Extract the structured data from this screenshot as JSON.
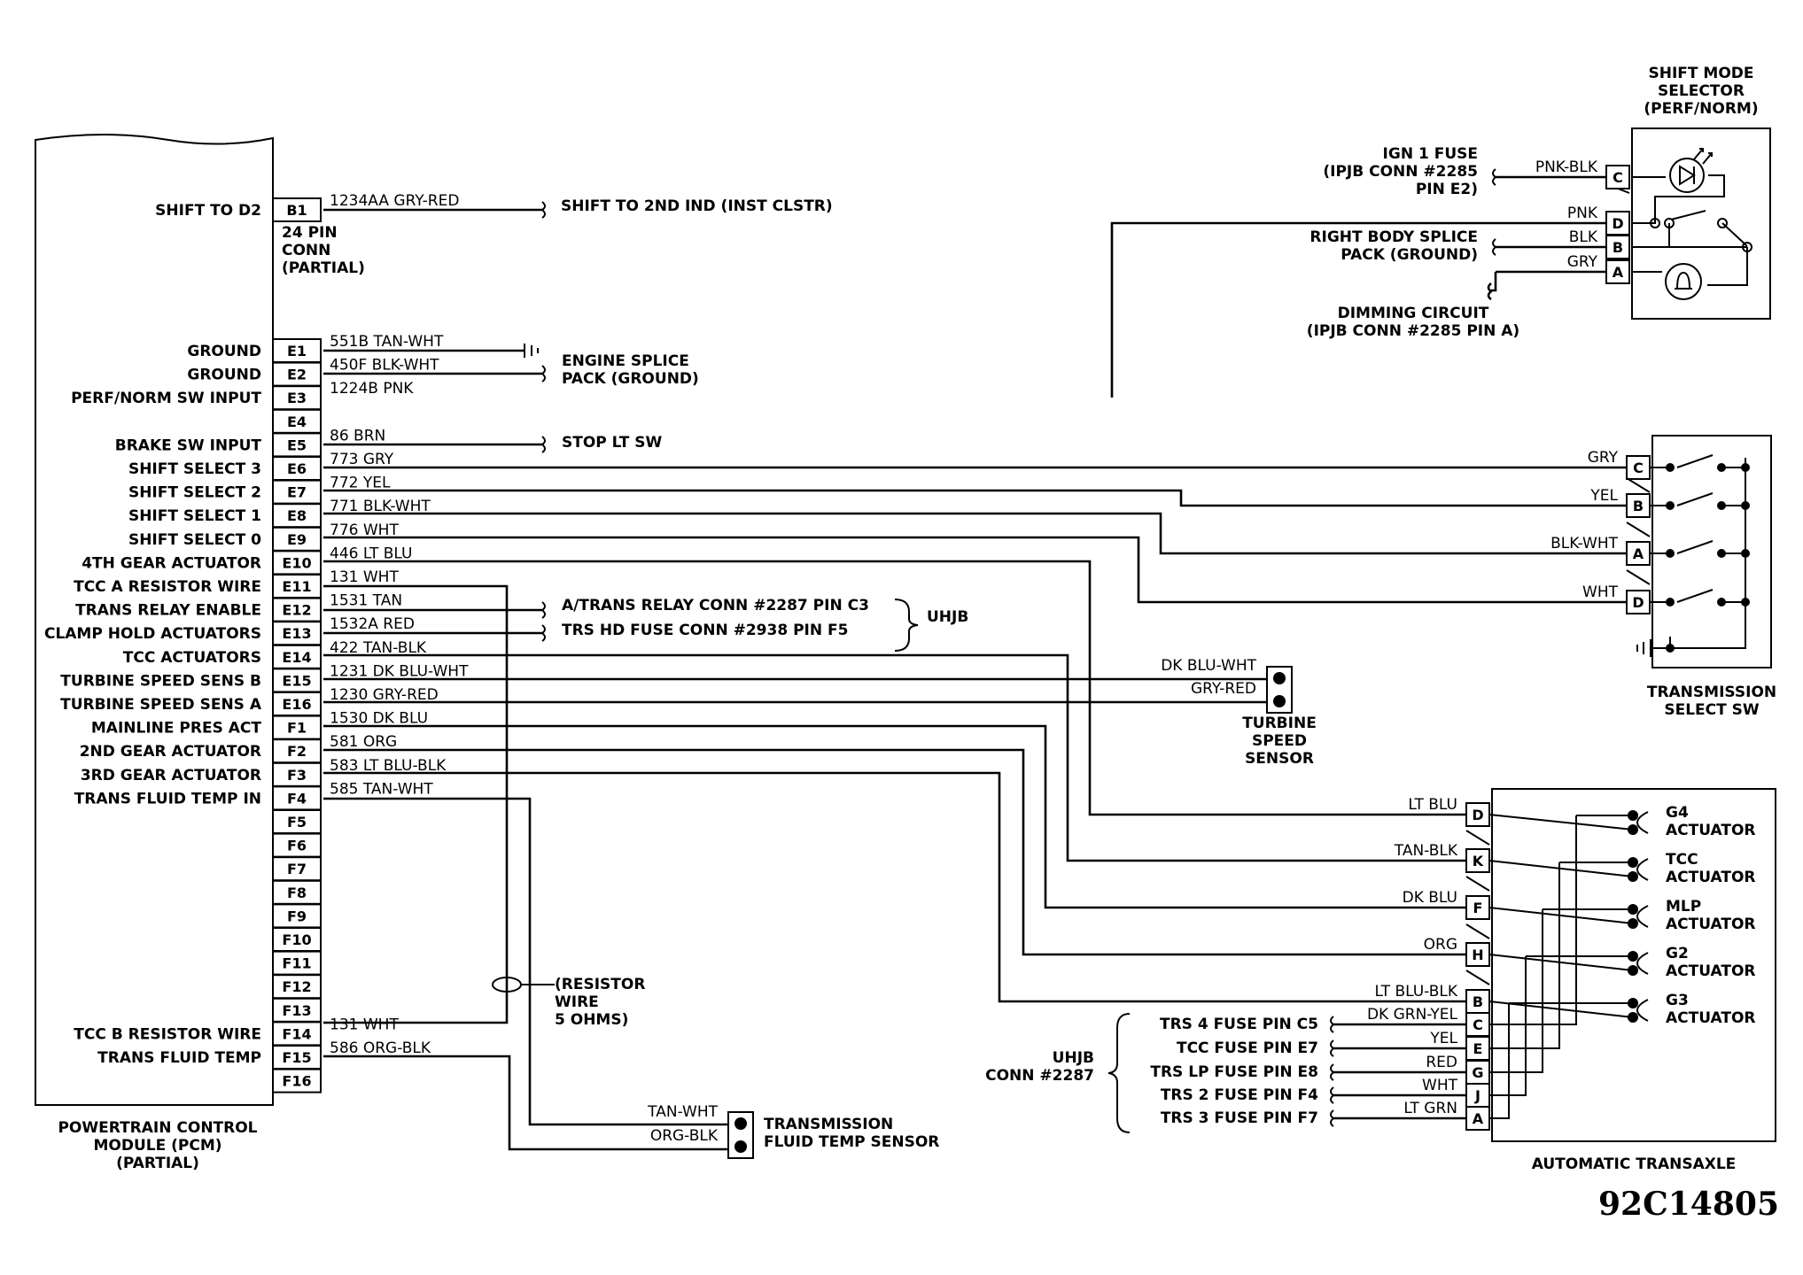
{
  "figure_code": "92C14805",
  "pcm": {
    "caption": [
      "POWERTRAIN CONTROL",
      "MODULE (PCM)",
      "(PARTIAL)"
    ],
    "connector_note": [
      "24 PIN",
      "CONN",
      "(PARTIAL)"
    ],
    "pins": [
      {
        "pin": "B1",
        "label": "SHIFT TO D2",
        "wire": "1234AA GRY-RED"
      },
      {
        "pin": "E1",
        "label": "GROUND",
        "wire": "551B TAN-WHT"
      },
      {
        "pin": "E2",
        "label": "GROUND",
        "wire": "450F BLK-WHT"
      },
      {
        "pin": "E3",
        "label": "PERF/NORM SW INPUT",
        "wire": "1224B PNK"
      },
      {
        "pin": "E4",
        "label": "",
        "wire": ""
      },
      {
        "pin": "E5",
        "label": "BRAKE SW INPUT",
        "wire": "86 BRN"
      },
      {
        "pin": "E6",
        "label": "SHIFT SELECT 3",
        "wire": "773 GRY"
      },
      {
        "pin": "E7",
        "label": "SHIFT SELECT 2",
        "wire": "772 YEL"
      },
      {
        "pin": "E8",
        "label": "SHIFT SELECT 1",
        "wire": "771 BLK-WHT"
      },
      {
        "pin": "E9",
        "label": "SHIFT SELECT 0",
        "wire": "776 WHT"
      },
      {
        "pin": "E10",
        "label": "4TH GEAR ACTUATOR",
        "wire": "446 LT BLU"
      },
      {
        "pin": "E11",
        "label": "TCC A RESISTOR WIRE",
        "wire": "131 WHT"
      },
      {
        "pin": "E12",
        "label": "TRANS RELAY ENABLE",
        "wire": "1531 TAN"
      },
      {
        "pin": "E13",
        "label": "CLAMP HOLD ACTUATORS",
        "wire": "1532A RED"
      },
      {
        "pin": "E14",
        "label": "TCC ACTUATORS",
        "wire": "422 TAN-BLK"
      },
      {
        "pin": "E15",
        "label": "TURBINE SPEED SENS B",
        "wire": "1231 DK BLU-WHT"
      },
      {
        "pin": "E16",
        "label": "TURBINE SPEED SENS A",
        "wire": "1230 GRY-RED"
      },
      {
        "pin": "F1",
        "label": "MAINLINE PRES ACT",
        "wire": "1530 DK BLU"
      },
      {
        "pin": "F2",
        "label": "2ND GEAR ACTUATOR",
        "wire": "581 ORG"
      },
      {
        "pin": "F3",
        "label": "3RD GEAR ACTUATOR",
        "wire": "583 LT BLU-BLK"
      },
      {
        "pin": "F4",
        "label": "TRANS FLUID TEMP IN",
        "wire": "585 TAN-WHT"
      },
      {
        "pin": "F5",
        "label": "",
        "wire": ""
      },
      {
        "pin": "F6",
        "label": "",
        "wire": ""
      },
      {
        "pin": "F7",
        "label": "",
        "wire": ""
      },
      {
        "pin": "F8",
        "label": "",
        "wire": ""
      },
      {
        "pin": "F9",
        "label": "",
        "wire": ""
      },
      {
        "pin": "F10",
        "label": "",
        "wire": ""
      },
      {
        "pin": "F11",
        "label": "",
        "wire": ""
      },
      {
        "pin": "F12",
        "label": "",
        "wire": ""
      },
      {
        "pin": "F13",
        "label": "",
        "wire": ""
      },
      {
        "pin": "F14",
        "label": "TCC B RESISTOR WIRE",
        "wire": "131 WHT"
      },
      {
        "pin": "F15",
        "label": "TRANS FLUID TEMP",
        "wire": "586 ORG-BLK"
      },
      {
        "pin": "F16",
        "label": "",
        "wire": ""
      }
    ]
  },
  "destinations": {
    "shift_2nd_ind": "SHIFT TO 2ND IND (INST CLSTR)",
    "engine_splice": [
      "ENGINE SPLICE",
      "PACK (GROUND)"
    ],
    "stop_lt_sw": "STOP LT SW",
    "trans_relay_conn": "A/TRANS RELAY CONN #2287 PIN C3",
    "trs_hd_fuse": "TRS HD FUSE CONN #2938 PIN F5",
    "uhjb": "UHJB",
    "resistor_wire": [
      "(RESISTOR",
      "WIRE",
      "5 OHMS)"
    ]
  },
  "shift_mode_selector": {
    "title": [
      "SHIFT MODE",
      "SELECTOR",
      "(PERF/NORM)"
    ],
    "ign_fuse": [
      "IGN 1 FUSE",
      "(IPJB CONN #2285",
      "PIN E2)"
    ],
    "right_body_splice": [
      "RIGHT BODY SPLICE",
      "PACK (GROUND)"
    ],
    "dimming": [
      "DIMMING CIRCUIT",
      "(IPJB CONN #2285 PIN A)"
    ],
    "pins": [
      {
        "pin": "C",
        "wire": "PNK-BLK"
      },
      {
        "pin": "D",
        "wire": "PNK"
      },
      {
        "pin": "B",
        "wire": "BLK"
      },
      {
        "pin": "A",
        "wire": "GRY"
      }
    ]
  },
  "transmission_select_sw": {
    "title": [
      "TRANSMISSION",
      "SELECT SW"
    ],
    "pins": [
      {
        "pin": "C",
        "wire": "GRY"
      },
      {
        "pin": "B",
        "wire": "YEL"
      },
      {
        "pin": "A",
        "wire": "BLK-WHT"
      },
      {
        "pin": "D",
        "wire": "WHT"
      }
    ]
  },
  "turbine_speed_sensor": {
    "title": [
      "TURBINE",
      "SPEED",
      "SENSOR"
    ],
    "wires": [
      "DK BLU-WHT",
      "GRY-RED"
    ]
  },
  "fluid_temp_sensor": {
    "title": [
      "TRANSMISSION",
      "FLUID TEMP SENSOR"
    ],
    "wires": [
      "TAN-WHT",
      "ORG-BLK"
    ]
  },
  "transaxle": {
    "title": "AUTOMATIC TRANSAXLE",
    "pins": [
      {
        "pin": "D",
        "wire": "LT BLU"
      },
      {
        "pin": "K",
        "wire": "TAN-BLK"
      },
      {
        "pin": "F",
        "wire": "DK BLU"
      },
      {
        "pin": "H",
        "wire": "ORG"
      },
      {
        "pin": "B",
        "wire": "LT BLU-BLK"
      },
      {
        "pin": "C",
        "wire": "DK GRN-YEL"
      },
      {
        "pin": "E",
        "wire": "YEL"
      },
      {
        "pin": "G",
        "wire": "RED"
      },
      {
        "pin": "J",
        "wire": "WHT"
      },
      {
        "pin": "A",
        "wire": "LT GRN"
      }
    ],
    "actuators": [
      [
        "G4",
        "ACTUATOR"
      ],
      [
        "TCC",
        "ACTUATOR"
      ],
      [
        "MLP",
        "ACTUATOR"
      ],
      [
        "G2",
        "ACTUATOR"
      ],
      [
        "G3",
        "ACTUATOR"
      ]
    ],
    "uhjb_conn": [
      "UHJB",
      "CONN #2287"
    ],
    "fuse_labels": [
      "TRS 4 FUSE PIN C5",
      "TCC FUSE PIN E7",
      "TRS LP FUSE PIN E8",
      "TRS 2 FUSE PIN F4",
      "TRS 3 FUSE PIN F7"
    ]
  }
}
